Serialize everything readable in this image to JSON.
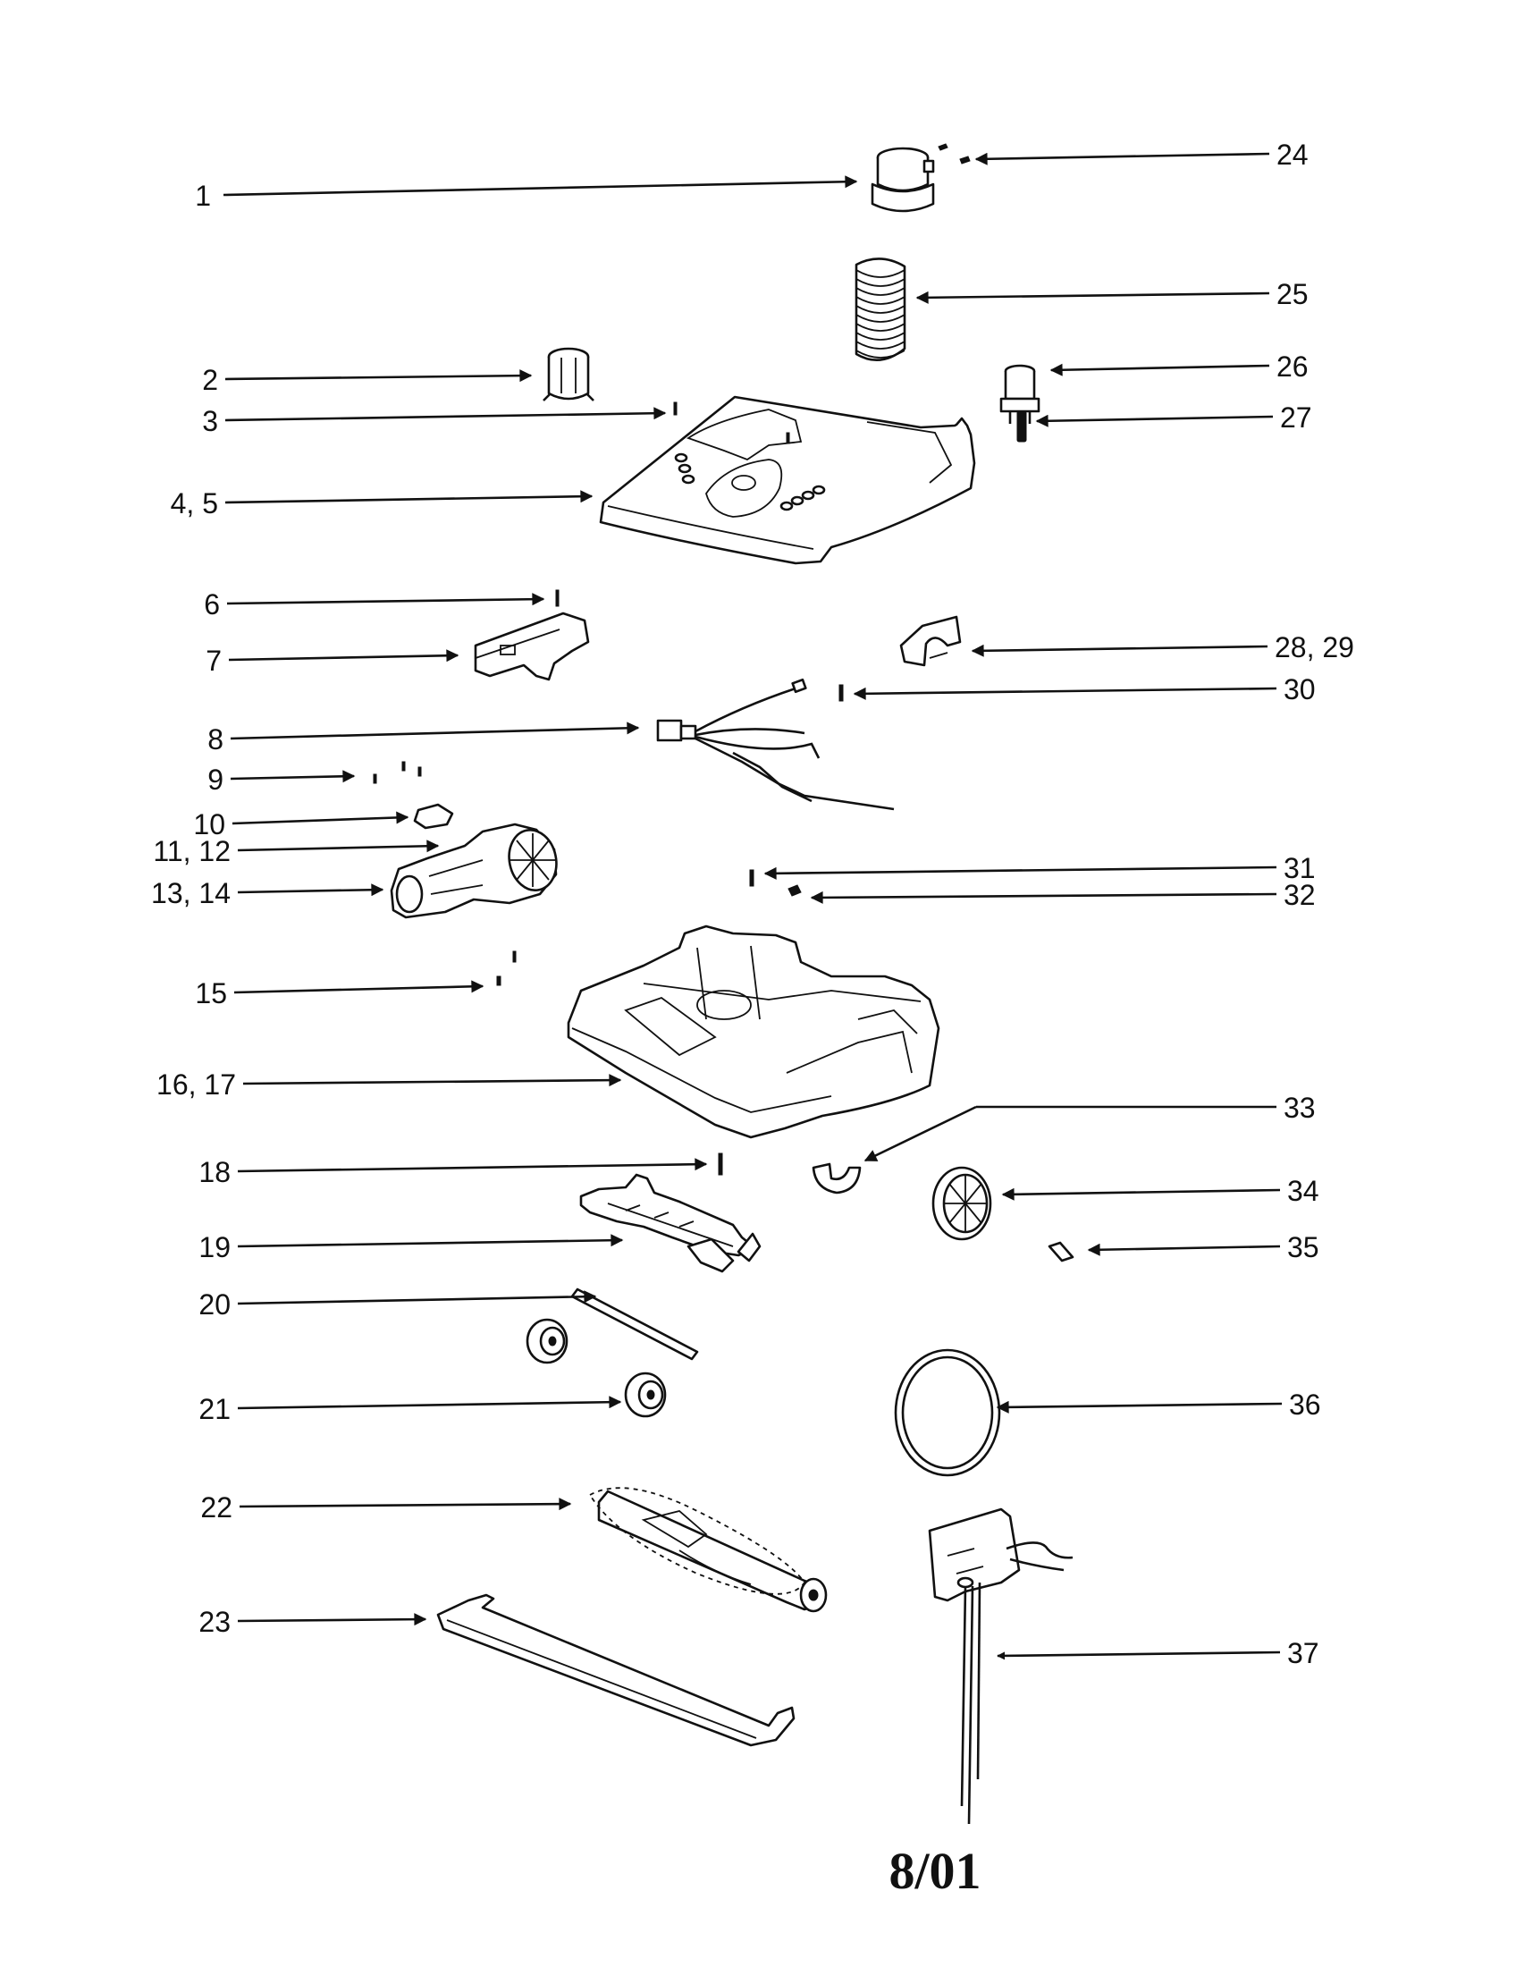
{
  "diagram": {
    "type": "exploded-parts-view",
    "callouts": [
      {
        "id": "c1",
        "label": "1",
        "side": "left"
      },
      {
        "id": "c2",
        "label": "2",
        "side": "left"
      },
      {
        "id": "c3",
        "label": "3",
        "side": "left"
      },
      {
        "id": "c4",
        "label": "4, 5",
        "side": "left"
      },
      {
        "id": "c6",
        "label": "6",
        "side": "left"
      },
      {
        "id": "c7",
        "label": "7",
        "side": "left"
      },
      {
        "id": "c8",
        "label": "8",
        "side": "left"
      },
      {
        "id": "c9",
        "label": "9",
        "side": "left"
      },
      {
        "id": "c10",
        "label": "10",
        "side": "left"
      },
      {
        "id": "c11",
        "label": "11, 12",
        "side": "left"
      },
      {
        "id": "c13",
        "label": "13, 14",
        "side": "left"
      },
      {
        "id": "c15",
        "label": "15",
        "side": "left"
      },
      {
        "id": "c16",
        "label": "16, 17",
        "side": "left"
      },
      {
        "id": "c18",
        "label": "18",
        "side": "left"
      },
      {
        "id": "c19",
        "label": "19",
        "side": "left"
      },
      {
        "id": "c20",
        "label": "20",
        "side": "left"
      },
      {
        "id": "c21",
        "label": "21",
        "side": "left"
      },
      {
        "id": "c22",
        "label": "22",
        "side": "left"
      },
      {
        "id": "c23",
        "label": "23",
        "side": "left"
      },
      {
        "id": "c24",
        "label": "24",
        "side": "right"
      },
      {
        "id": "c25",
        "label": "25",
        "side": "right"
      },
      {
        "id": "c26",
        "label": "26",
        "side": "right"
      },
      {
        "id": "c27",
        "label": "27",
        "side": "right"
      },
      {
        "id": "c28",
        "label": "28, 29",
        "side": "right"
      },
      {
        "id": "c30",
        "label": "30",
        "side": "right"
      },
      {
        "id": "c31",
        "label": "31",
        "side": "right"
      },
      {
        "id": "c32",
        "label": "32",
        "side": "right"
      },
      {
        "id": "c33",
        "label": "33",
        "side": "right"
      },
      {
        "id": "c34",
        "label": "34",
        "side": "right"
      },
      {
        "id": "c35",
        "label": "35",
        "side": "right"
      },
      {
        "id": "c36",
        "label": "36",
        "side": "right"
      },
      {
        "id": "c37",
        "label": "37",
        "side": "right"
      }
    ],
    "date_stamp": "8/01"
  }
}
